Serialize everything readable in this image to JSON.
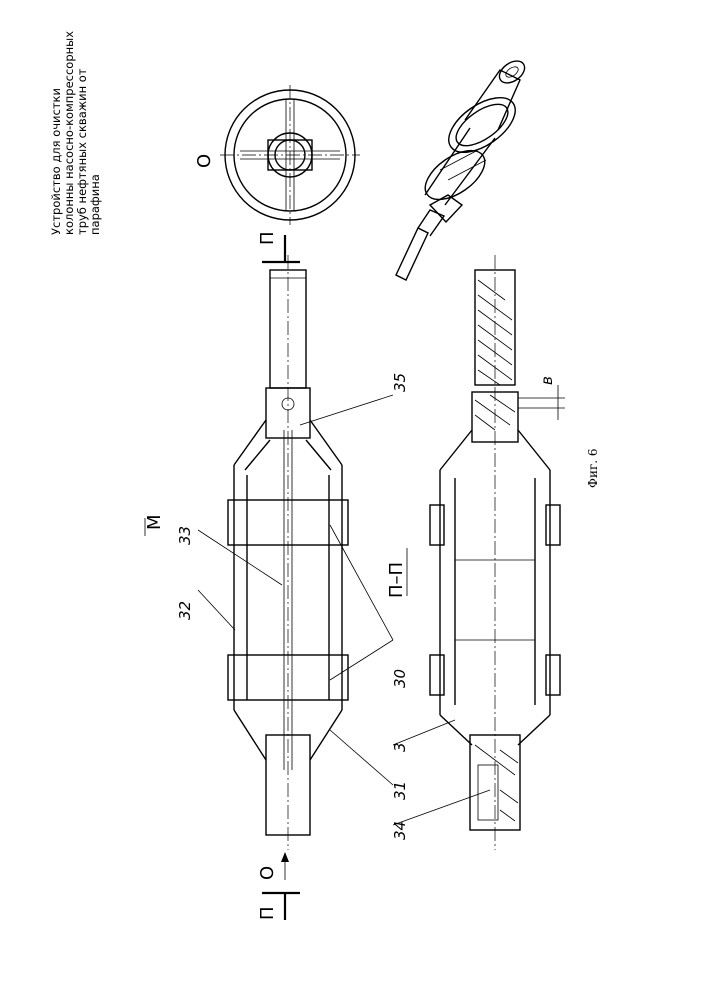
{
  "title_lines": [
    "Устройство для очистки",
    "колонны насосно-компрессорных",
    "труб нефтяных скважин от",
    "парафина"
  ],
  "view_labels": {
    "view_o": "О",
    "view_m": "М",
    "section_title": "П–П",
    "section_mark_top": "П",
    "section_mark_bottom": "П",
    "arrow_o": "О"
  },
  "part_labels": {
    "p30": "30",
    "p31": "31",
    "p32": "32",
    "p33": "33",
    "p34": "34",
    "p35": "35",
    "p3": "3",
    "dim_b": "в"
  },
  "caption": "Фиг. 6"
}
